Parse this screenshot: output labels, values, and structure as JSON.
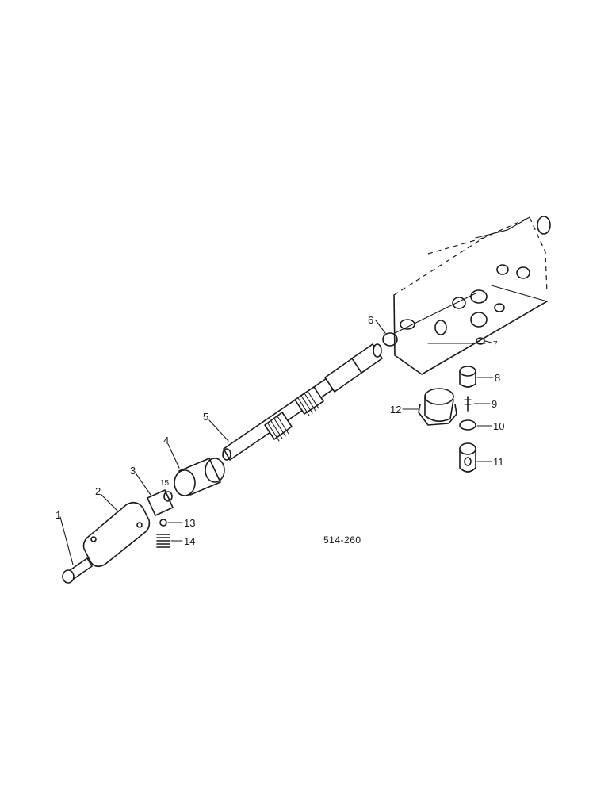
{
  "diagram": {
    "reference_code": "514-260",
    "callouts": {
      "c1": "1",
      "c2": "2",
      "c3": "3",
      "c4": "4",
      "c5": "5",
      "c6": "6",
      "c7": "7",
      "c8": "8",
      "c9": "9",
      "c10": "10",
      "c11": "11",
      "c12": "12",
      "c13": "13",
      "c14": "14",
      "c15": "15"
    }
  }
}
